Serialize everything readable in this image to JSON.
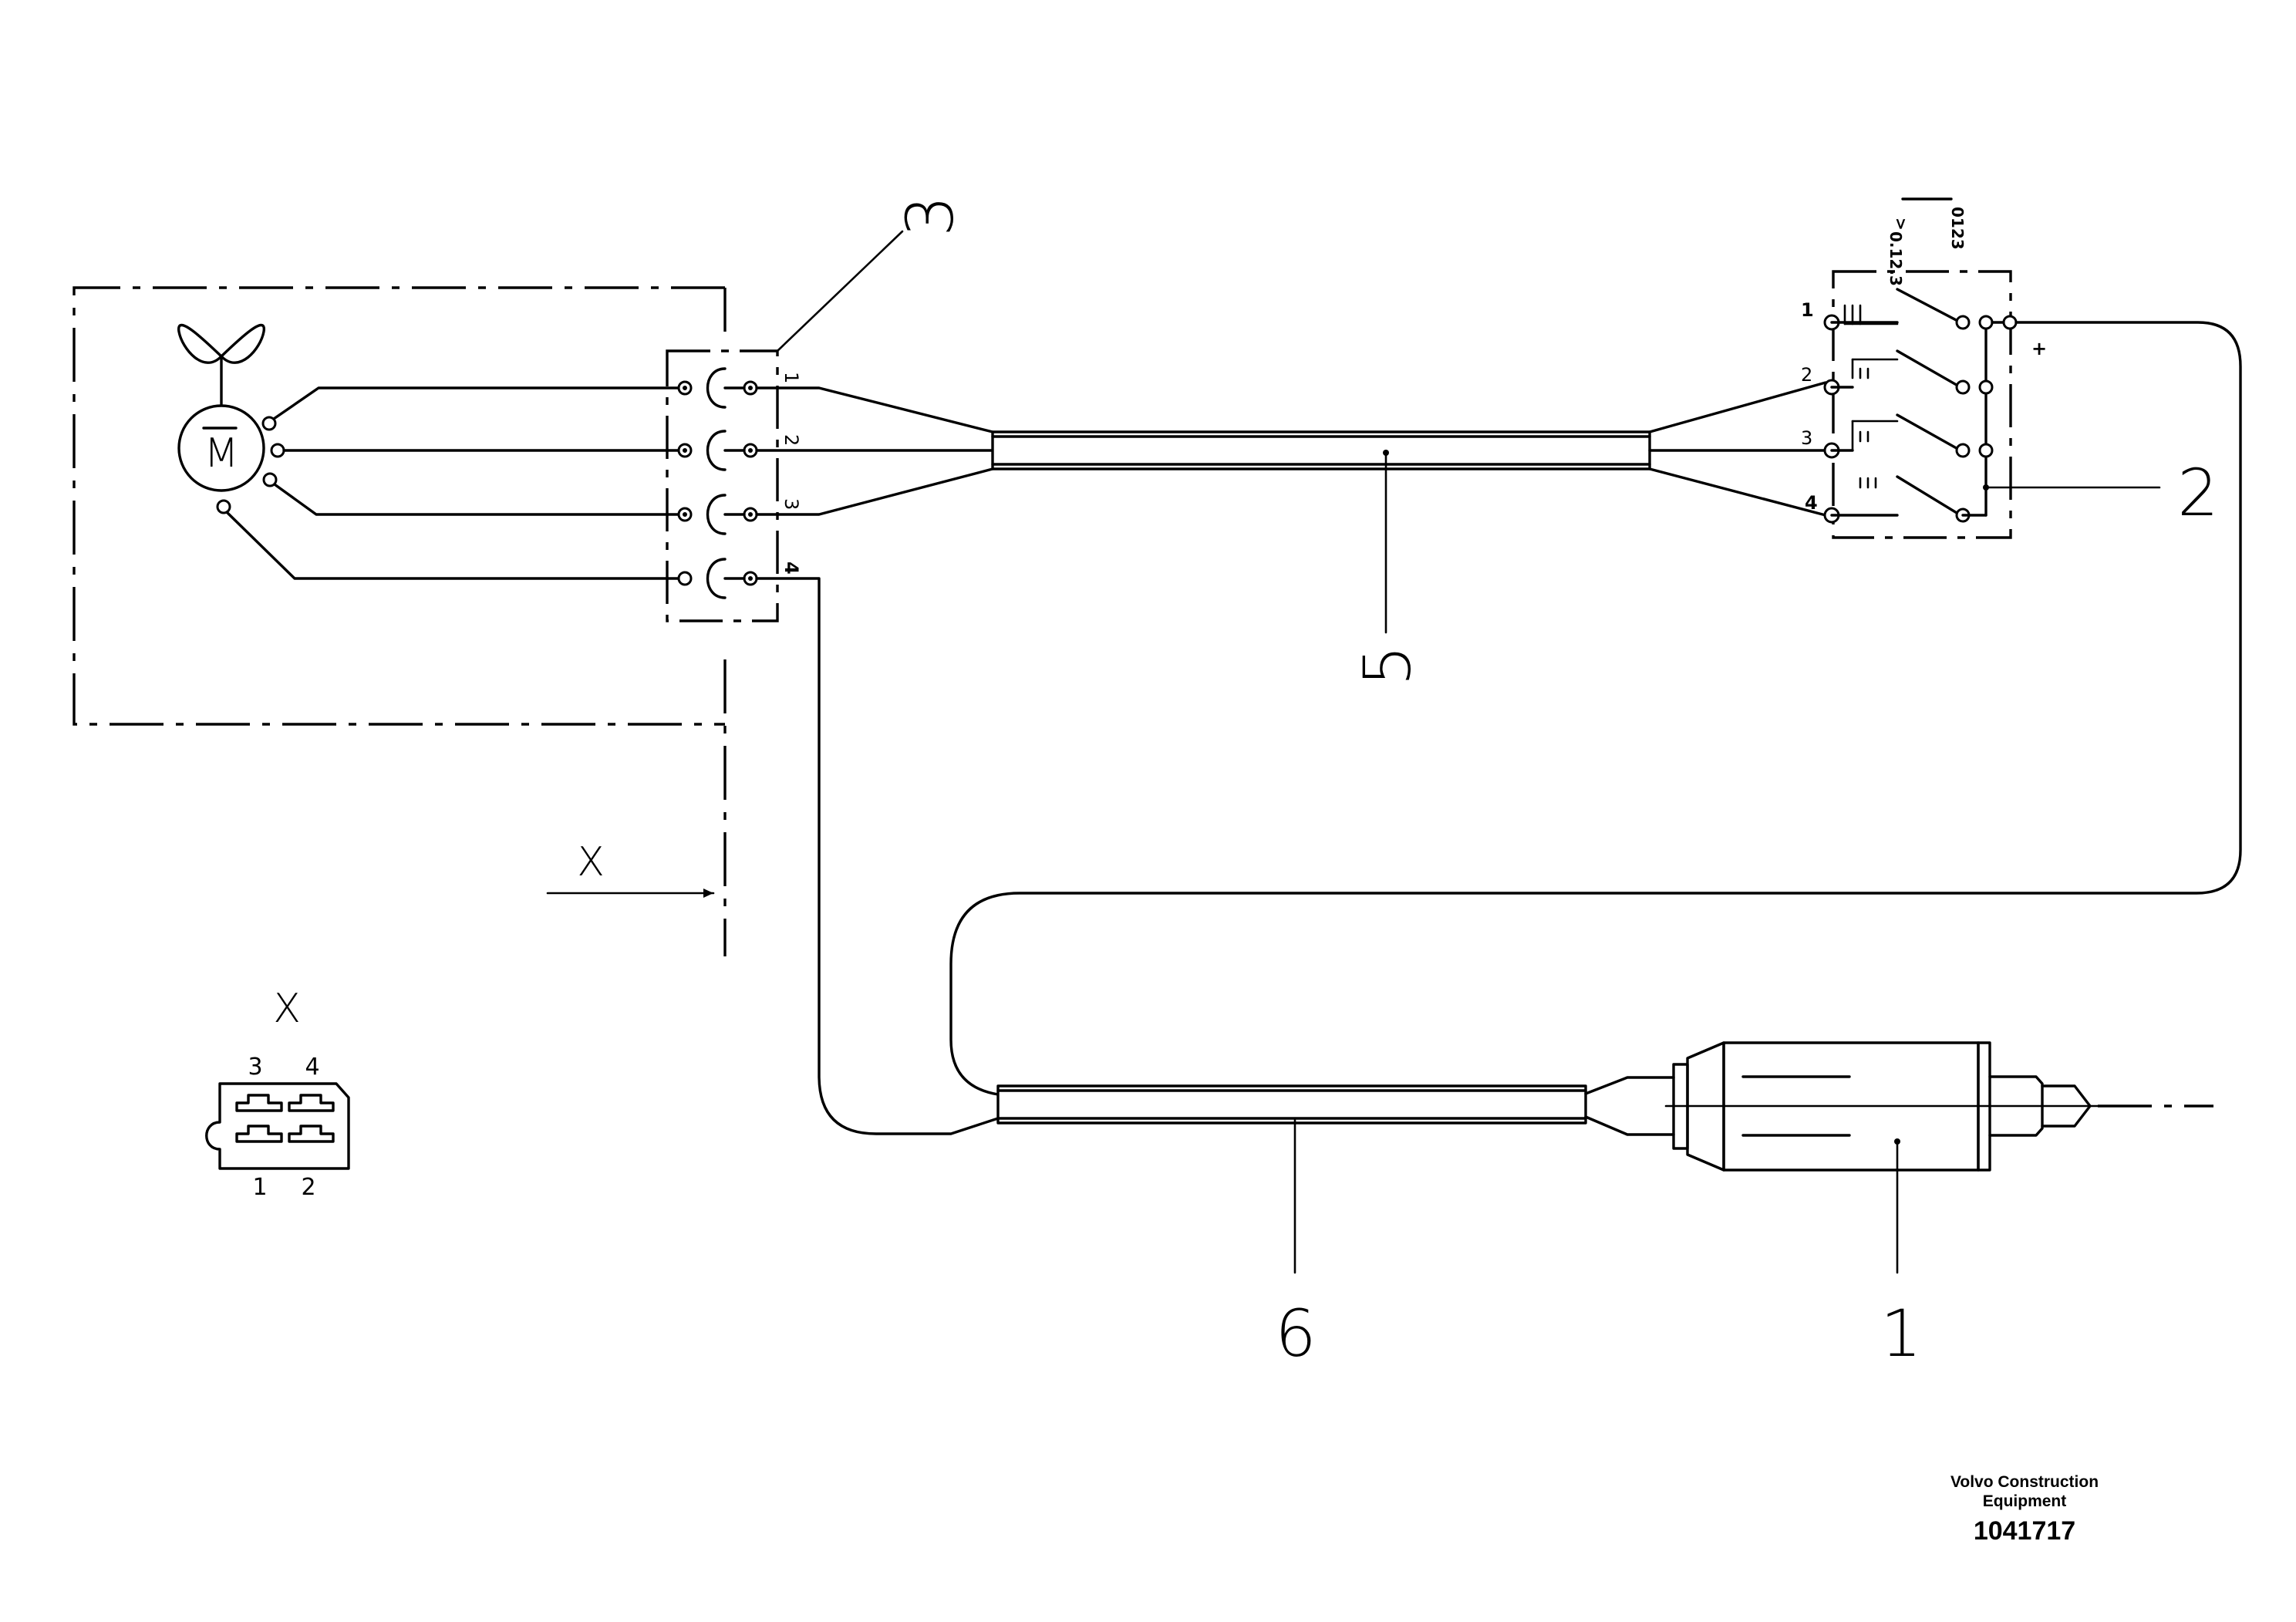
{
  "callouts": {
    "c1": "1",
    "c2": "2",
    "c3": "3",
    "c5": "5",
    "c6": "6"
  },
  "motor": {
    "symbol": "M"
  },
  "connector_pins": {
    "p1": "1",
    "p2": "2",
    "p3": "3",
    "p4": "4"
  },
  "switch": {
    "pins": {
      "p1": "1",
      "p2": "2",
      "p3": "3",
      "p4": "4"
    },
    "plus": "+",
    "scale_a": "0123",
    "scale_b": "0.12.3",
    "arrow": ">"
  },
  "section": {
    "marker": "X",
    "view_title": "X"
  },
  "plug_view": {
    "pin1": "1",
    "pin2": "2",
    "pin3": "3",
    "pin4": "4"
  },
  "footer": {
    "brand_line1": "Volvo Construction",
    "brand_line2": "Equipment",
    "drawing_number": "1041717"
  }
}
